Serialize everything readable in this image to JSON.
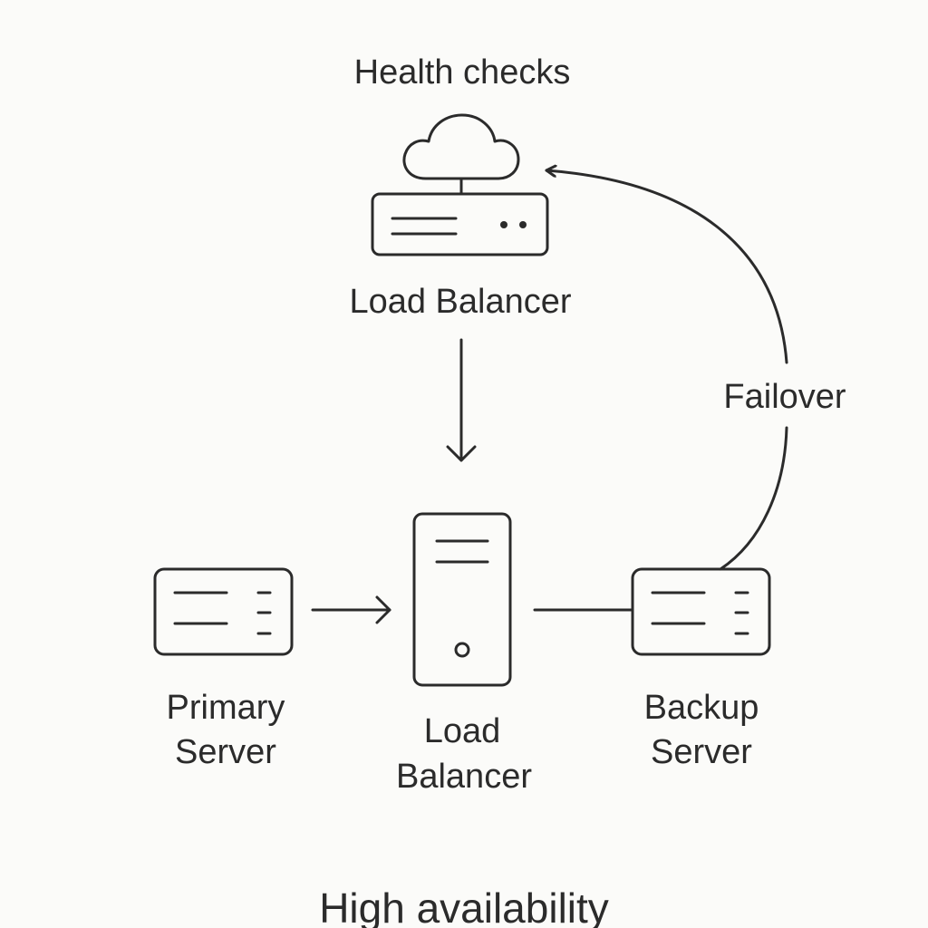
{
  "labels": {
    "health_checks": "Health checks",
    "top_load_balancer": "Load Balancer",
    "failover": "Failover",
    "primary_server_line1": "Primary",
    "primary_server_line2": "Server",
    "center_load_balancer_line1": "Load",
    "center_load_balancer_line2": "Balancer",
    "backup_server_line1": "Backup",
    "backup_server_line2": "Server",
    "title": "High availability"
  },
  "icons": {
    "cloud": "cloud-icon",
    "load_balancer_top": "rack-server-icon",
    "load_balancer_center": "tower-server-icon",
    "primary_server": "rack-server-icon",
    "backup_server": "rack-server-icon"
  },
  "colors": {
    "ink": "#2b2b2b",
    "background": "#fbfbf9"
  }
}
